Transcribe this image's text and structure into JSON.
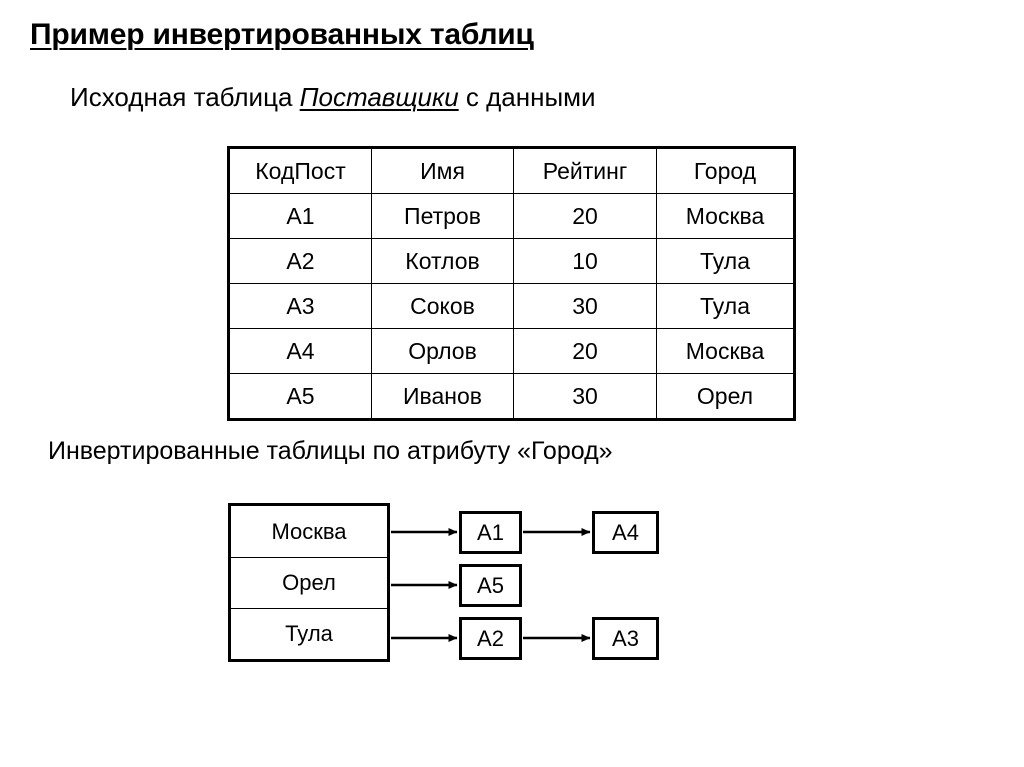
{
  "slide": {
    "title": "Пример инвертированных таблиц",
    "background_color": "#ffffff",
    "text_color": "#000000"
  },
  "caption_source": {
    "prefix": "Исходная таблица ",
    "emphasis": "Поставщики",
    "suffix": " с данными"
  },
  "source_table": {
    "headers": [
      "КодПост",
      "Имя",
      "Рейтинг",
      "Город"
    ],
    "rows": [
      [
        "A1",
        "Петров",
        "20",
        "Москва"
      ],
      [
        "A2",
        "Котлов",
        "10",
        "Тула"
      ],
      [
        "A3",
        "Соков",
        "30",
        "Тула"
      ],
      [
        "A4",
        "Орлов",
        "20",
        "Москва"
      ],
      [
        "A5",
        "Иванов",
        "30",
        "Орел"
      ]
    ]
  },
  "caption_inverted": "Инвертированные таблицы по атрибуту «Город»",
  "inverted_diagram": {
    "cities": [
      "Москва",
      "Орел",
      "Тула"
    ],
    "chains": [
      {
        "city": "Москва",
        "codes": [
          "A1",
          "A4"
        ]
      },
      {
        "city": "Орел",
        "codes": [
          "A5"
        ]
      },
      {
        "city": "Тула",
        "codes": [
          "A2",
          "A3"
        ]
      }
    ],
    "code_labels": {
      "a1": "A1",
      "a4": "A4",
      "a5": "A5",
      "a2": "A2",
      "a3": "A3"
    }
  }
}
